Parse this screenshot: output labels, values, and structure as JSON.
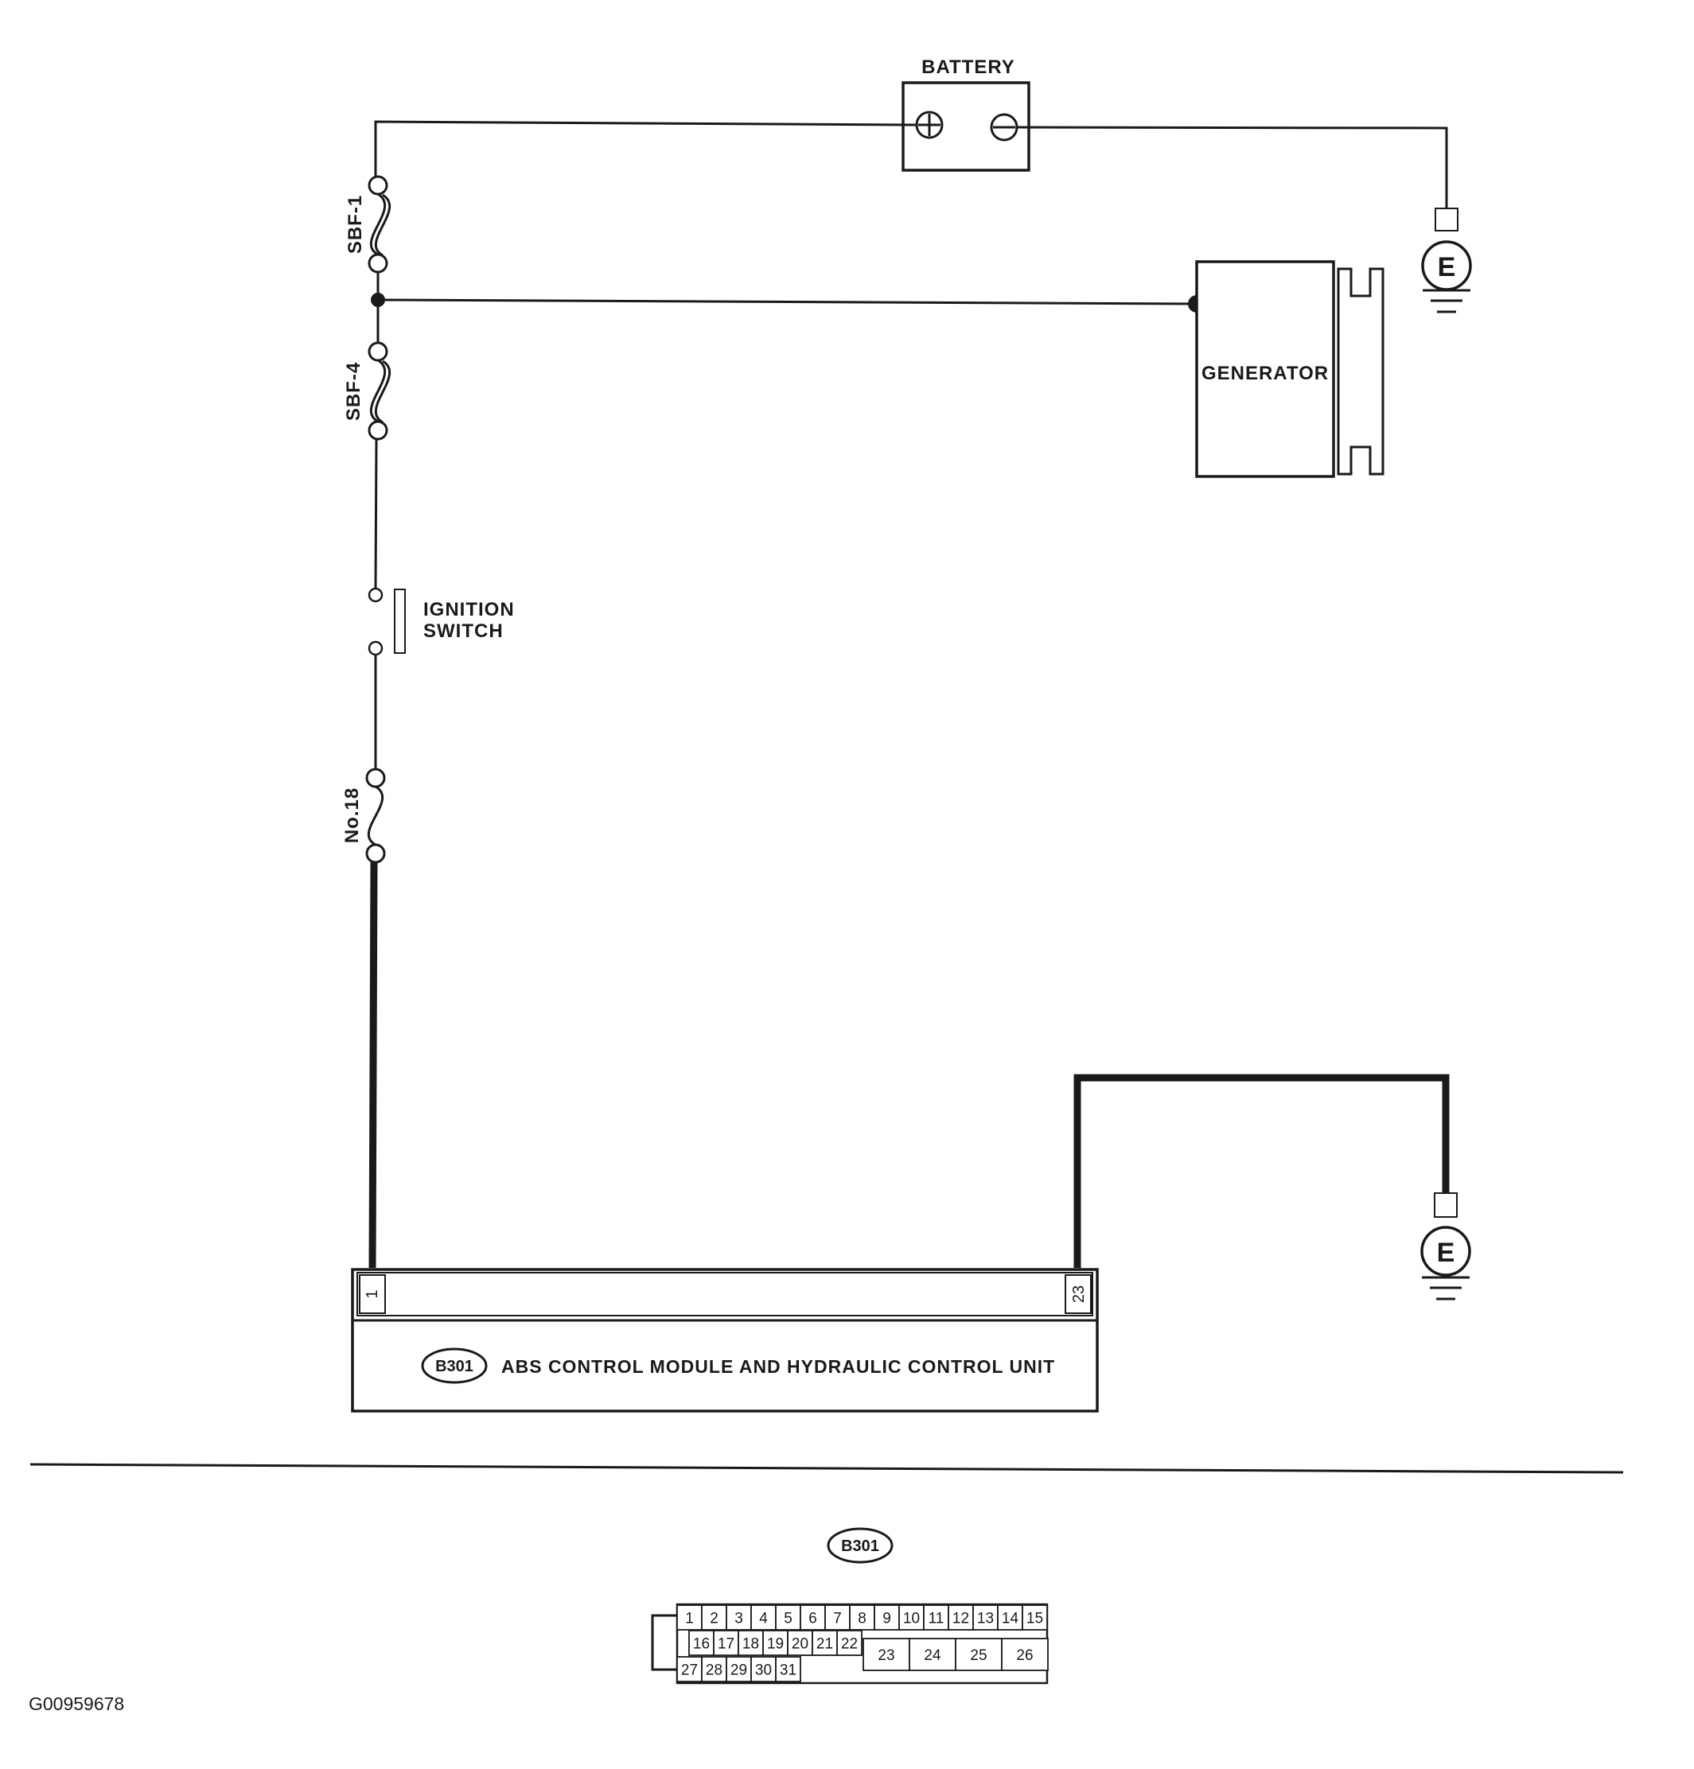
{
  "components": {
    "battery": {
      "label": "BATTERY"
    },
    "generator": {
      "label": "GENERATOR"
    },
    "ignition_switch": {
      "line1": "IGNITION",
      "line2": "SWITCH"
    },
    "fuses": {
      "sbf1": "SBF-1",
      "sbf4": "SBF-4",
      "no18": "No.18"
    },
    "ground_symbol": "E",
    "module": {
      "connector": "B301",
      "label": "ABS CONTROL MODULE AND HYDRAULIC CONTROL UNIT",
      "pin_left": "1",
      "pin_right": "23"
    }
  },
  "connector_view": {
    "connector": "B301",
    "row1": [
      "1",
      "2",
      "3",
      "4",
      "5",
      "6",
      "7",
      "8",
      "9",
      "10",
      "11",
      "12",
      "13",
      "14",
      "15"
    ],
    "row2": [
      "16",
      "17",
      "18",
      "19",
      "20",
      "21",
      "22"
    ],
    "row3": [
      "27",
      "28",
      "29",
      "30",
      "31"
    ],
    "large": [
      "23",
      "24",
      "25",
      "26"
    ]
  },
  "figure_id": "G00959678"
}
